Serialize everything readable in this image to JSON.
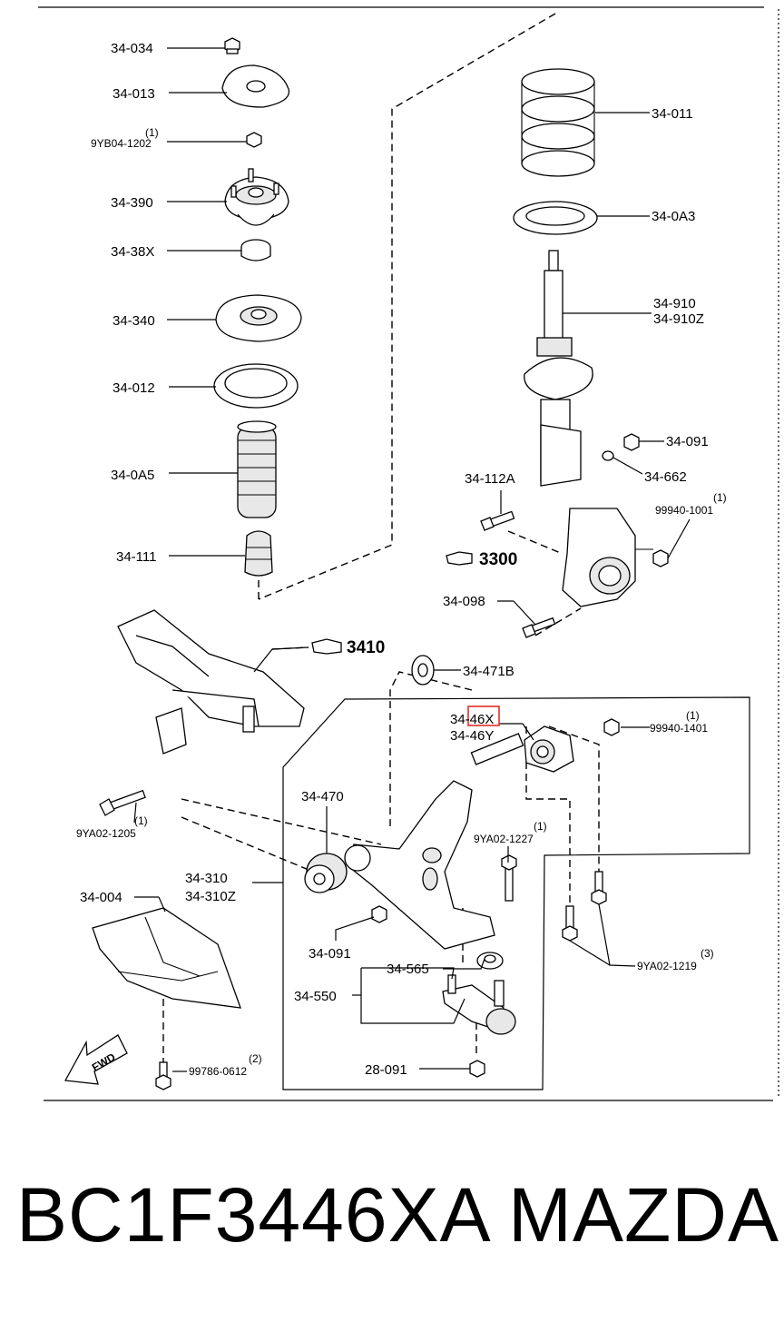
{
  "labels": {
    "l_34_034": "34-034",
    "l_34_013": "34-013",
    "l_9yb04_1202": "9YB04-1202",
    "l_9yb04_1202_qty": "(1)",
    "l_34_390": "34-390",
    "l_34_38x": "34-38X",
    "l_34_340": "34-340",
    "l_34_012": "34-012",
    "l_34_0a5": "34-0A5",
    "l_34_111": "34-111",
    "l_34_011": "34-011",
    "l_34_0a3": "34-0A3",
    "l_34_910": "34-910",
    "l_34_910z": "34-910Z",
    "l_34_091_top": "34-091",
    "l_34_662": "34-662",
    "l_34_112a": "34-112A",
    "l_99940_1001": "99940-1001",
    "l_99940_1001_qty": "(1)",
    "l_3300": "3300",
    "l_34_098": "34-098",
    "l_3410": "3410",
    "l_34_471b": "34-471B",
    "l_34_46x": "34-46X",
    "l_34_46y": "34-46Y",
    "l_99940_1401": "99940-1401",
    "l_99940_1401_qty": "(1)",
    "l_34_470": "34-470",
    "l_9ya02_1227": "9YA02-1227",
    "l_9ya02_1227_qty": "(1)",
    "l_9ya02_1205": "9YA02-1205",
    "l_9ya02_1205_qty": "(1)",
    "l_34_310": "34-310",
    "l_34_310z": "34-310Z",
    "l_34_004": "34-004",
    "l_34_091_bot": "34-091",
    "l_34_565": "34-565",
    "l_34_550": "34-550",
    "l_9ya02_1219": "9YA02-1219",
    "l_9ya02_1219_qty": "(3)",
    "l_fwd": "FWD",
    "l_99786_0612": "99786-0612",
    "l_99786_0612_qty": "(2)",
    "l_28_091": "28-091"
  },
  "highlight_color": "#e0302a",
  "footer": {
    "part_number": "BC1F3446XA",
    "brand": "MAZDA"
  }
}
